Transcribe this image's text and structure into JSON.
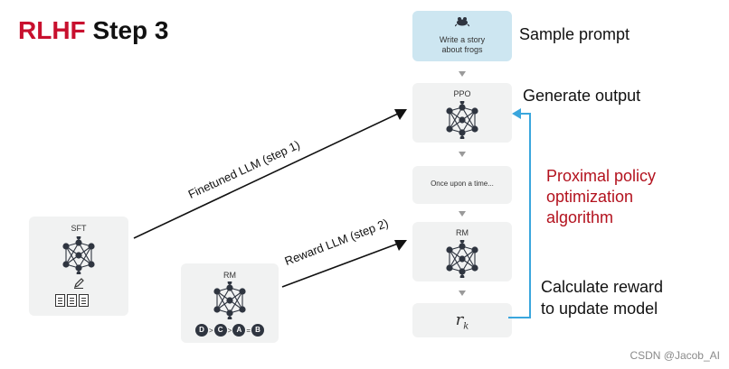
{
  "title": {
    "prefix": "RLHF",
    "rest": "Step 3"
  },
  "pipeline": {
    "prompt_box": {
      "text_line1": "Write a story",
      "text_line2": "about frogs",
      "icon": "frog-icon"
    },
    "ppo_box": {
      "label": "PPO"
    },
    "output_box": {
      "text": "Once upon a time..."
    },
    "rm_box": {
      "label": "RM"
    },
    "reward_box": {
      "symbol": "r",
      "subscript": "k"
    }
  },
  "side_labels": {
    "sample_prompt": "Sample prompt",
    "generate_output": "Generate output",
    "ppo_line1": "Proximal policy",
    "ppo_line2": "optimization",
    "ppo_line3": "algorithm",
    "calc_line1": "Calculate reward",
    "calc_line2": "to update model"
  },
  "sft": {
    "label": "SFT"
  },
  "rm_small": {
    "label": "RM",
    "rank": [
      "D",
      ">",
      "C",
      ">",
      "A",
      "=",
      "B"
    ]
  },
  "arrows": {
    "finetuned": "Finetuned LLM (step 1)",
    "reward": "Reward LLM (step 2)"
  },
  "colors": {
    "accent_red": "#c8102e",
    "feedback_blue": "#3aa6dd",
    "prompt_fill": "#cde6f1"
  },
  "watermark": "CSDN @Jacob_AI"
}
